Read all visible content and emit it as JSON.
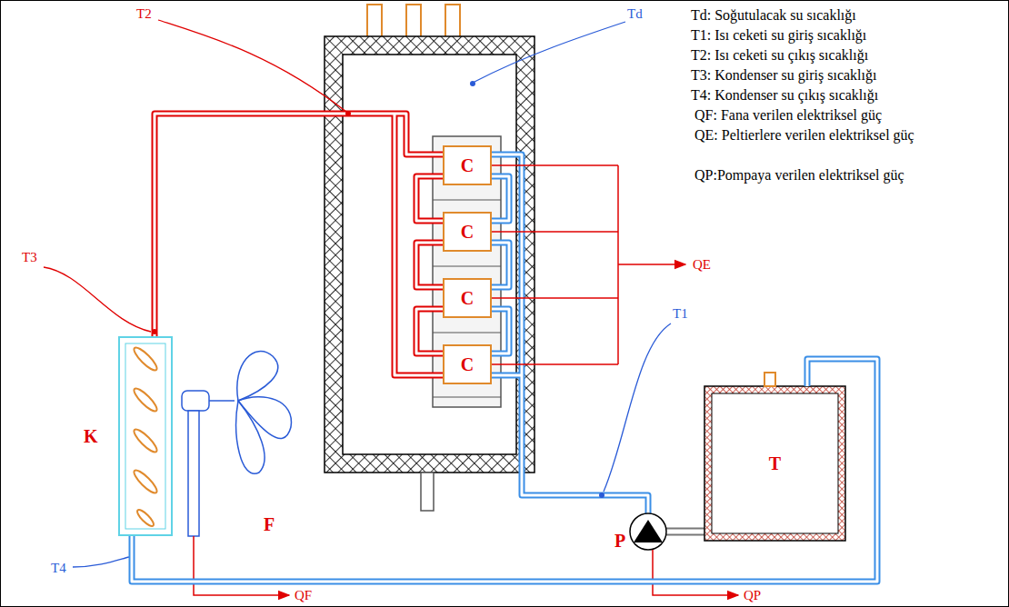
{
  "diagram": {
    "nodes": [
      {
        "text": [
          "C"
        ]
      },
      {
        "text": [
          "C"
        ]
      },
      {
        "text": [
          "C"
        ]
      },
      {
        "text": [
          "C"
        ]
      },
      {
        "text": [
          "K"
        ]
      },
      {
        "text": [
          "T"
        ]
      }
    ],
    "edges": [
      {
        "from": 4,
        "to": 5,
        "arrow": "none"
      }
    ],
    "labels": [
      "Td: Soğutulacak su sıcaklığı",
      "T1: Isı ceketi su giriş sıcaklığı",
      "T2: Isı ceketi su çıkış sıcaklığı",
      "T3: Kondenser su giriş sıcaklığı",
      "T4: Kondenser su çıkış sıcaklığı",
      "QF: Fana verilen elektriksel güç",
      "QE: Peltierlere verilen elektriksel güç",
      "QP:Pompaya verilen elektriksel güç",
      "T2",
      "Td",
      "T3",
      "T1",
      "T4",
      "QE",
      "QF",
      "QP",
      "P",
      "F"
    ]
  }
}
